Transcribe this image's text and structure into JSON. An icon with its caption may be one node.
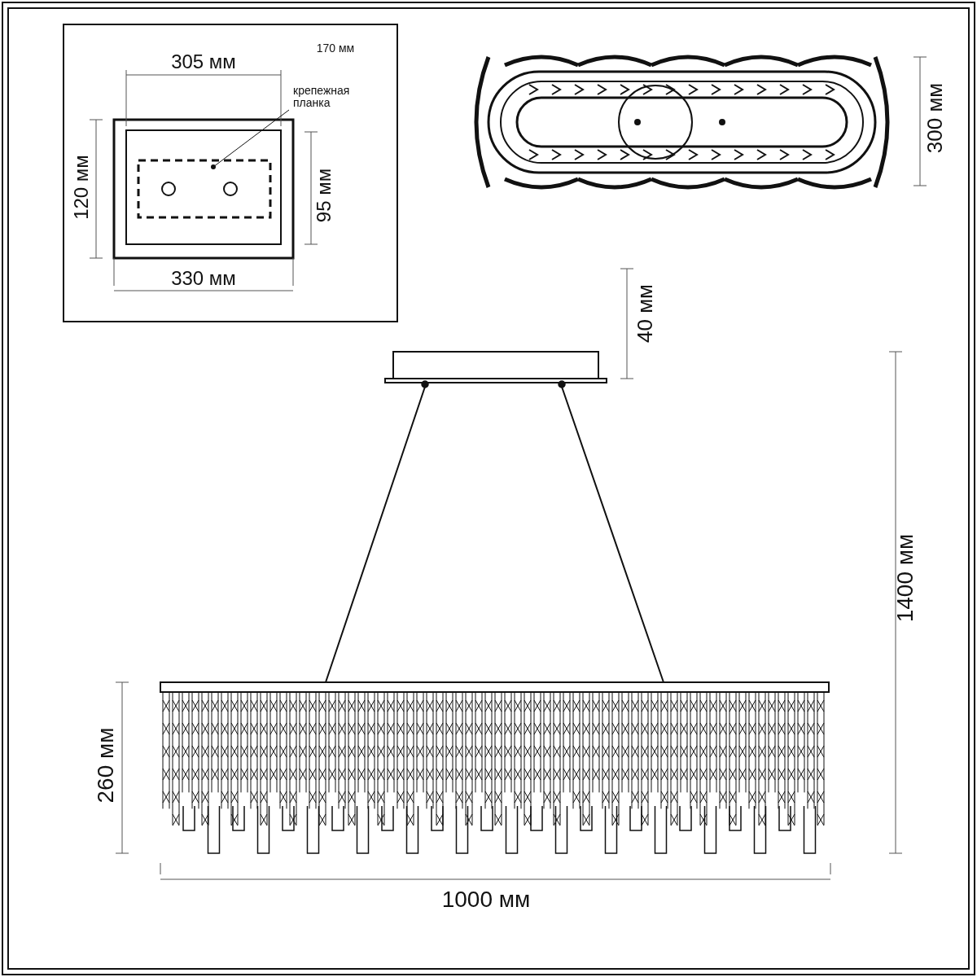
{
  "diagram": {
    "nodes": [
      {
        "text": [
          "крепежная планка"
        ]
      },
      {
        "text": [],
        "shape": "box"
      }
    ],
    "edges": [
      {
        "from": 0,
        "to": 1,
        "arrow": "other"
      }
    ],
    "labels": [
      "305 мм",
      "170 мм",
      "120 мм",
      "95 мм",
      "330 мм",
      "300 мм",
      "40 мм",
      "1400 мм",
      "260 мм",
      "1000 мм"
    ]
  }
}
